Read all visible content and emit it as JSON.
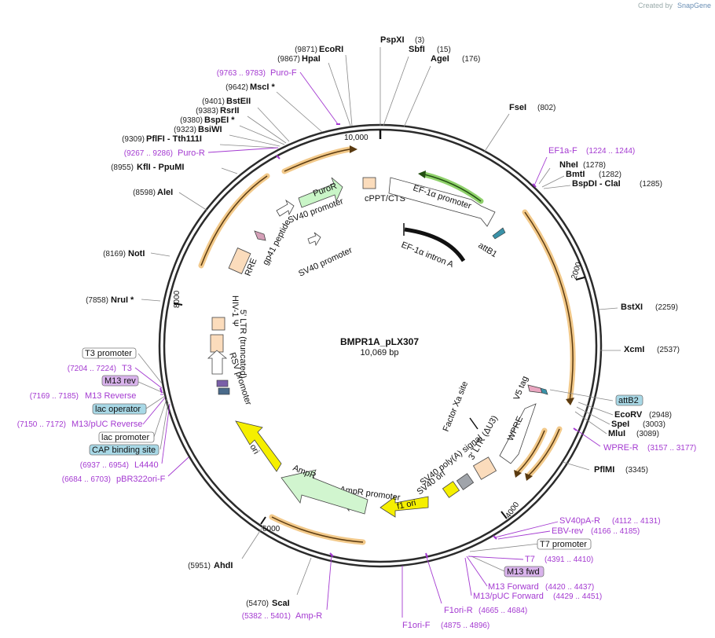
{
  "credit": {
    "prefix": "Created by",
    "brand": "SnapGene"
  },
  "plasmid": {
    "name": "BMPR1A_pLX307",
    "size": "10,069 bp"
  },
  "ticks": [
    "10,000",
    "2000",
    "4000",
    "6000",
    "8000"
  ],
  "enzymes": {
    "pspxi": {
      "name": "PspXI",
      "pos": "(3)"
    },
    "sbfi": {
      "name": "SbfI",
      "pos": "(15)"
    },
    "agei": {
      "name": "AgeI",
      "pos": "(176)"
    },
    "fsei": {
      "name": "FseI",
      "pos": "(802)"
    },
    "ecori": {
      "name": "EcoRI",
      "pos": "(9871)"
    },
    "hpai": {
      "name": "HpaI",
      "pos": "(9867)"
    },
    "msci": {
      "name": "MscI *",
      "pos": "(9642)"
    },
    "bsteii": {
      "name": "BstEII",
      "pos": "(9401)"
    },
    "rsrii": {
      "name": "RsrII",
      "pos": "(9383)"
    },
    "bspei": {
      "name": "BspEI *",
      "pos": "(9380)"
    },
    "bsiwi": {
      "name": "BsiWI",
      "pos": "(9323)"
    },
    "pflfi": {
      "name": "PflFI  - Tth111I",
      "pos": "(9309)"
    },
    "kfli": {
      "name": "KflI  - PpuMI",
      "pos": "(8955)"
    },
    "alei": {
      "name": "AleI",
      "pos": "(8598)"
    },
    "noti": {
      "name": "NotI",
      "pos": "(8169)"
    },
    "nrui": {
      "name": "NruI *",
      "pos": "(7858)"
    },
    "nhei": {
      "name": "NheI",
      "pos": "(1278)"
    },
    "bmti": {
      "name": "BmtI",
      "pos": "(1282)"
    },
    "bspdi": {
      "name": "BspDI  - ClaI",
      "pos": "(1285)"
    },
    "bstxi": {
      "name": "BstXI",
      "pos": "(2259)"
    },
    "xcmi": {
      "name": "XcmI",
      "pos": "(2537)"
    },
    "ecorv": {
      "name": "EcoRV",
      "pos": "(2948)"
    },
    "spei": {
      "name": "SpeI",
      "pos": "(3003)"
    },
    "mlui": {
      "name": "MluI",
      "pos": "(3089)"
    },
    "pflmi": {
      "name": "PflMI",
      "pos": "(3345)"
    },
    "ahdi": {
      "name": "AhdI",
      "pos": "(5951)"
    },
    "scai": {
      "name": "ScaI",
      "pos": "(5470)"
    }
  },
  "primers": {
    "puro_f": {
      "name": "Puro-F",
      "pos": "(9763 .. 9783)"
    },
    "puro_r": {
      "name": "Puro-R",
      "pos": "(9267 .. 9286)"
    },
    "ef1a_f": {
      "name": "EF1a-F",
      "pos": "(1224 .. 1244)"
    },
    "t3": {
      "name": "T3",
      "pos": "(7204 .. 7224)"
    },
    "m13rev_label": {
      "name": "M13 Reverse",
      "pos": "(7169 .. 7185)"
    },
    "m13puc_rev": {
      "name": "M13/pUC Reverse",
      "pos": "(7150 .. 7172)"
    },
    "l4440": {
      "name": "L4440",
      "pos": "(6937 .. 6954)"
    },
    "pbr322ori_f": {
      "name": "pBR322ori-F",
      "pos": "(6684 .. 6703)"
    },
    "wpre_r": {
      "name": "WPRE-R",
      "pos": "(3157 .. 3177)"
    },
    "sv40pa_r": {
      "name": "SV40pA-R",
      "pos": "(4112 .. 4131)"
    },
    "ebv_rev": {
      "name": "EBV-rev",
      "pos": "(4166 .. 4185)"
    },
    "t7": {
      "name": "T7",
      "pos": "(4391 .. 4410)"
    },
    "m13_forward": {
      "name": "M13 Forward",
      "pos": "(4420 .. 4437)"
    },
    "m13puc_fwd": {
      "name": "M13/pUC Forward",
      "pos": "(4429 .. 4451)"
    },
    "f1ori_r": {
      "name": "F1ori-R",
      "pos": "(4665 .. 4684)"
    },
    "f1ori_f": {
      "name": "F1ori-F",
      "pos": "(4875 .. 4896)"
    },
    "amp_r": {
      "name": "Amp-R",
      "pos": "(5382 .. 5401)"
    }
  },
  "boxed": {
    "t3_promoter": "T3 promoter",
    "m13_rev": "M13 rev",
    "lac_operator": "lac operator",
    "lac_promoter": "lac promoter",
    "cap_site": "CAP binding site",
    "attb2": "attB2",
    "t7_promoter": "T7 promoter",
    "m13_fwd": "M13 fwd"
  },
  "features": {
    "puror": "PuroR",
    "sv40_promoter_1": "SV40 promoter",
    "sv40_promoter_2": "SV40 promoter",
    "cppt": "cPPT/CTS",
    "ef1a_promoter": "EF-1α promoter",
    "ef1a_intron": "EF-1α intron A",
    "attb1": "attB1",
    "rre": "RRE",
    "gp41": "gp41 peptide",
    "hiv_psi": "HIV-1 Ψ",
    "ltr5": "5' LTR (truncated)",
    "rsv": "RSV promoter",
    "v5": "V5 tag",
    "factor_xa": "Factor Xa site",
    "wpre": "WPRE",
    "ltr3": "3' LTR (ΔU3)",
    "sv40_polya": "SV40 poly(A) signal",
    "sv40_ori": "SV40 ori",
    "f1_ori": "f1 ori",
    "ampr_promoter": "AmpR promoter",
    "ampr": "AmpR",
    "ori": "ori"
  },
  "colors": {
    "backbone": "#2b2b2b",
    "primer": "#a43ad1",
    "orf_glow": "#f2c98a",
    "puror_fill": "#c9f5c7",
    "ampr_fill": "#d1f5cf",
    "ori_fill": "#f5ef00",
    "box_blue": "#a8d8e6",
    "box_purple": "#d9b3ec",
    "ltr_fill": "#fbdcbc",
    "green_glow": "#8fd16b"
  }
}
